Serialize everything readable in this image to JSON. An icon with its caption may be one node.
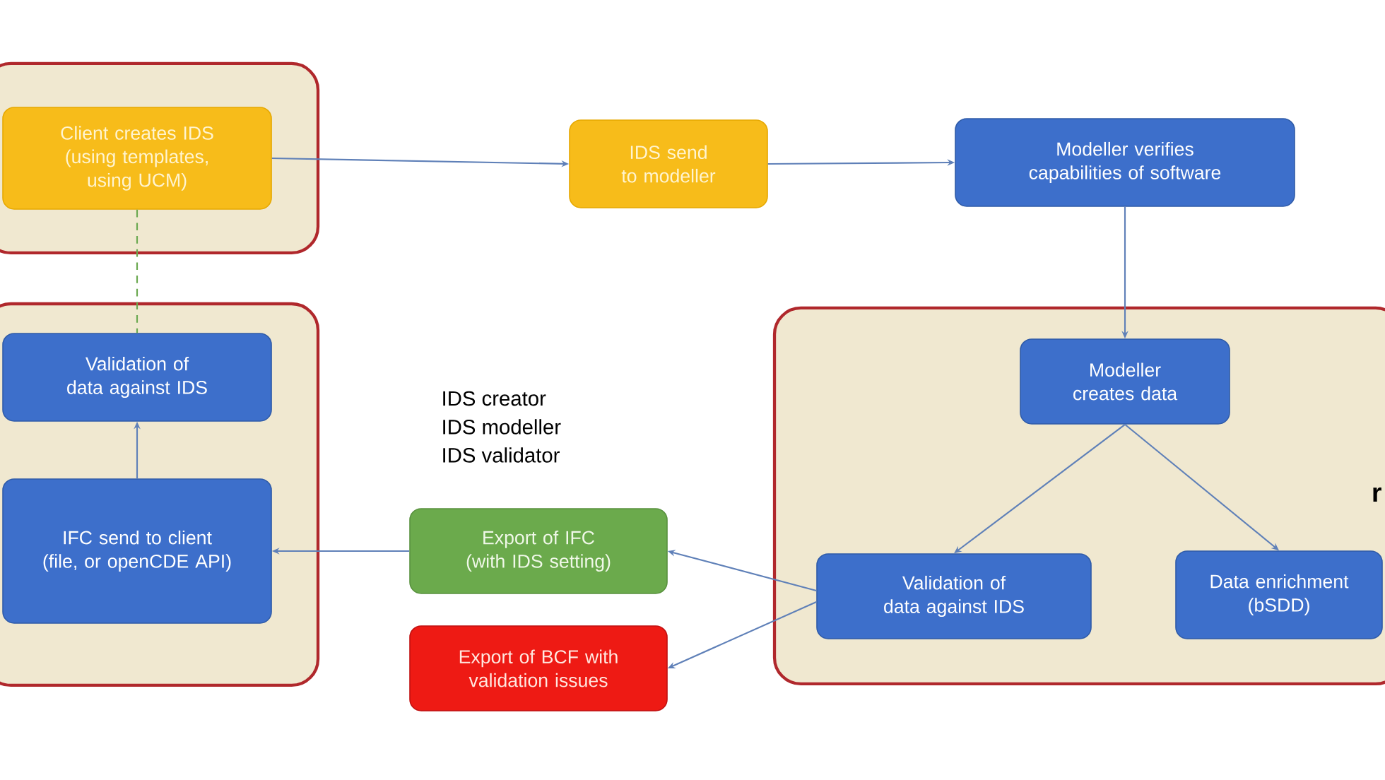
{
  "diagram": {
    "nodes": [
      {
        "text": [],
        "shape": "box"
      },
      {
        "text": [
          "Client creates IDS (using templates, using UCM)"
        ],
        "in": 0
      },
      {
        "text": [
          "IDS send to modeller"
        ]
      },
      {
        "text": [
          "Modeller verifies capabilities of software"
        ]
      },
      {
        "text": [],
        "shape": "box"
      },
      {
        "text": [
          "Validation of data against IDS"
        ],
        "in": 4
      },
      {
        "text": [
          "IFC send to client (file, or openCDE API)"
        ],
        "in": 4
      },
      {
        "text": [
          "Export of IFC (with IDS setting)"
        ]
      },
      {
        "text": [
          "Export of BCF with validation issues"
        ]
      },
      {
        "text": [],
        "shape": "box"
      },
      {
        "text": [
          "Modeller creates data"
        ],
        "in": 9
      },
      {
        "text": [
          "Validation of data against IDS"
        ],
        "in": 9
      },
      {
        "text": [
          "Data enrichment (bSDD)"
        ],
        "in": 9
      }
    ],
    "edges": [
      {
        "from": 1,
        "to": 2,
        "arrow": "to"
      },
      {
        "from": 2,
        "to": 3,
        "arrow": "to"
      },
      {
        "from": 3,
        "to": 10,
        "arrow": "to"
      },
      {
        "from": 10,
        "to": 11,
        "arrow": "to"
      },
      {
        "from": 10,
        "to": 12,
        "arrow": "to"
      },
      {
        "from": 11,
        "to": 7,
        "arrow": "to"
      },
      {
        "from": 11,
        "to": 8,
        "arrow": "to"
      },
      {
        "from": 7,
        "to": 6,
        "arrow": "to"
      },
      {
        "from": 6,
        "to": 5,
        "arrow": "to"
      },
      {
        "from": 1,
        "to": 5,
        "arrow": "none",
        "style": "dashed",
        "color": "#6aa84f"
      }
    ],
    "labels": [
      "IDS creator",
      "IDS modeller",
      "IDS validator",
      "r"
    ]
  }
}
